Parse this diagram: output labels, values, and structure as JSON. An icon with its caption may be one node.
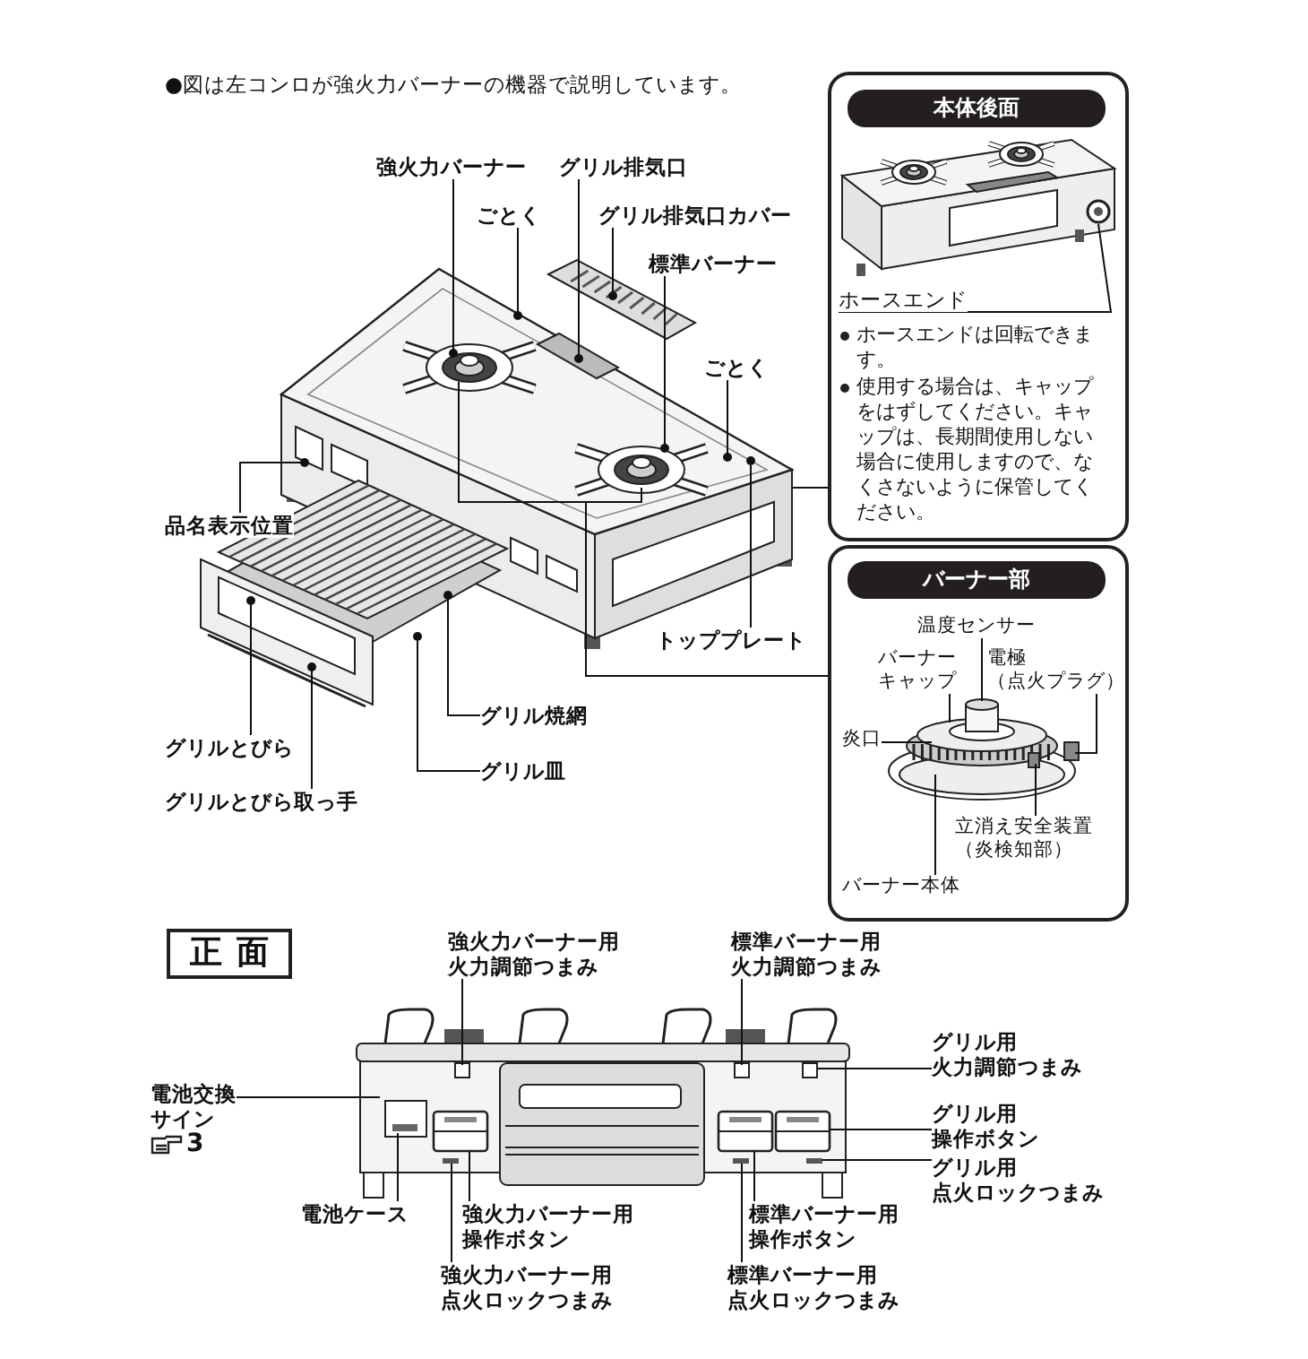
{
  "diagram": {
    "nodes": [
      {
        "text": [],
        "shape": "picture"
      },
      {
        "text": [
          "強火力バーナー"
        ]
      },
      {
        "text": [
          "ごとく"
        ]
      },
      {
        "text": [
          "グリル排気口"
        ]
      },
      {
        "text": [
          "グリル排気口カバー"
        ]
      },
      {
        "text": [
          "標準バーナー"
        ]
      },
      {
        "text": [
          "ごとく"
        ]
      },
      {
        "text": [
          "品名表示位置"
        ]
      },
      {
        "text": [
          "トッププレート"
        ]
      },
      {
        "text": [
          "グリル焼網"
        ]
      },
      {
        "text": [
          "グリル皿"
        ]
      },
      {
        "text": [
          "グリルとびら"
        ]
      },
      {
        "text": [
          "グリルとびら取っ手"
        ]
      },
      {
        "text": [
          "本体後面",
          "ホースエンドは回転できます。",
          "使用する場合は、キャップをはずしてください。キャップは、長期間使用しない場合に使用しますので、なくさないように保管してください。"
        ]
      },
      {
        "text": [],
        "shape": "picture",
        "in": 13
      },
      {
        "text": [
          "ホースエンド"
        ],
        "in": 13
      },
      {
        "text": [
          "バーナー部"
        ]
      },
      {
        "text": [],
        "shape": "picture",
        "in": 16
      },
      {
        "text": [
          "温度センサー"
        ],
        "in": 16
      },
      {
        "text": [
          "バーナーキャップ"
        ],
        "in": 16
      },
      {
        "text": [
          "電極",
          "（点火プラグ）"
        ],
        "in": 16
      },
      {
        "text": [
          "炎口"
        ],
        "in": 16
      },
      {
        "text": [
          "立消え安全装置",
          "（炎検知部）"
        ],
        "in": 16
      },
      {
        "text": [
          "バーナー本体"
        ],
        "in": 16
      },
      {
        "text": [
          "正面"
        ]
      },
      {
        "text": [],
        "shape": "picture"
      },
      {
        "text": [
          "強火力バーナー用火力調節つまみ"
        ]
      },
      {
        "text": [
          "標準バーナー用火力調節つまみ"
        ]
      },
      {
        "text": [
          "グリル用火力調節つまみ"
        ]
      },
      {
        "text": [
          "電池交換サイン",
          "3"
        ]
      },
      {
        "text": [
          "グリル用操作ボタン"
        ]
      },
      {
        "text": [
          "グリル用点火ロックつまみ"
        ]
      },
      {
        "text": [
          "電池ケース"
        ]
      },
      {
        "text": [
          "強火力バーナー用操作ボタン"
        ]
      },
      {
        "text": [
          "強火力バーナー用点火ロックつまみ"
        ]
      },
      {
        "text": [
          "標準バーナー用操作ボタン"
        ]
      },
      {
        "text": [
          "標準バーナー用点火ロックつまみ"
        ]
      }
    ],
    "edges": [
      {
        "from": 1,
        "to": 0,
        "arrow": "other"
      },
      {
        "from": 2,
        "to": 0,
        "arrow": "other"
      },
      {
        "from": 3,
        "to": 0,
        "arrow": "other"
      },
      {
        "from": 4,
        "to": 0,
        "arrow": "other"
      },
      {
        "from": 5,
        "to": 0,
        "arrow": "other"
      },
      {
        "from": 6,
        "to": 0,
        "arrow": "other"
      },
      {
        "from": 7,
        "to": 0,
        "arrow": "other"
      },
      {
        "from": 8,
        "to": 0,
        "arrow": "other"
      },
      {
        "from": 9,
        "to": 0,
        "arrow": "other"
      },
      {
        "from": 10,
        "to": 0,
        "arrow": "other"
      },
      {
        "from": 11,
        "to": 0,
        "arrow": "other"
      },
      {
        "from": 12,
        "to": 0,
        "arrow": "other"
      },
      {
        "from": 0,
        "to": 16,
        "arrow": "none"
      },
      {
        "from": 0,
        "to": 13,
        "arrow": "none"
      },
      {
        "from": 15,
        "to": 14,
        "arrow": "none"
      },
      {
        "from": 18,
        "to": 17,
        "arrow": "none"
      },
      {
        "from": 19,
        "to": 17,
        "arrow": "none"
      },
      {
        "from": 20,
        "to": 17,
        "arrow": "none"
      },
      {
        "from": 21,
        "to": 17,
        "arrow": "none"
      },
      {
        "from": 22,
        "to": 17,
        "arrow": "none"
      },
      {
        "from": 23,
        "to": 17,
        "arrow": "none"
      },
      {
        "from": 26,
        "to": 25,
        "arrow": "none"
      },
      {
        "from": 27,
        "to": 25,
        "arrow": "none"
      },
      {
        "from": 28,
        "to": 25,
        "arrow": "none"
      },
      {
        "from": 29,
        "to": 25,
        "arrow": "none"
      },
      {
        "from": 30,
        "to": 25,
        "arrow": "none"
      },
      {
        "from": 31,
        "to": 25,
        "arrow": "none"
      },
      {
        "from": 32,
        "to": 25,
        "arrow": "none"
      },
      {
        "from": 33,
        "to": 25,
        "arrow": "none"
      },
      {
        "from": 34,
        "to": 25,
        "arrow": "none"
      },
      {
        "from": 35,
        "to": 25,
        "arrow": "none"
      },
      {
        "from": 36,
        "to": 25,
        "arrow": "none"
      }
    ],
    "labels": [
      "●図は左コンロが強火力バーナーの機器で説明しています。"
    ]
  }
}
